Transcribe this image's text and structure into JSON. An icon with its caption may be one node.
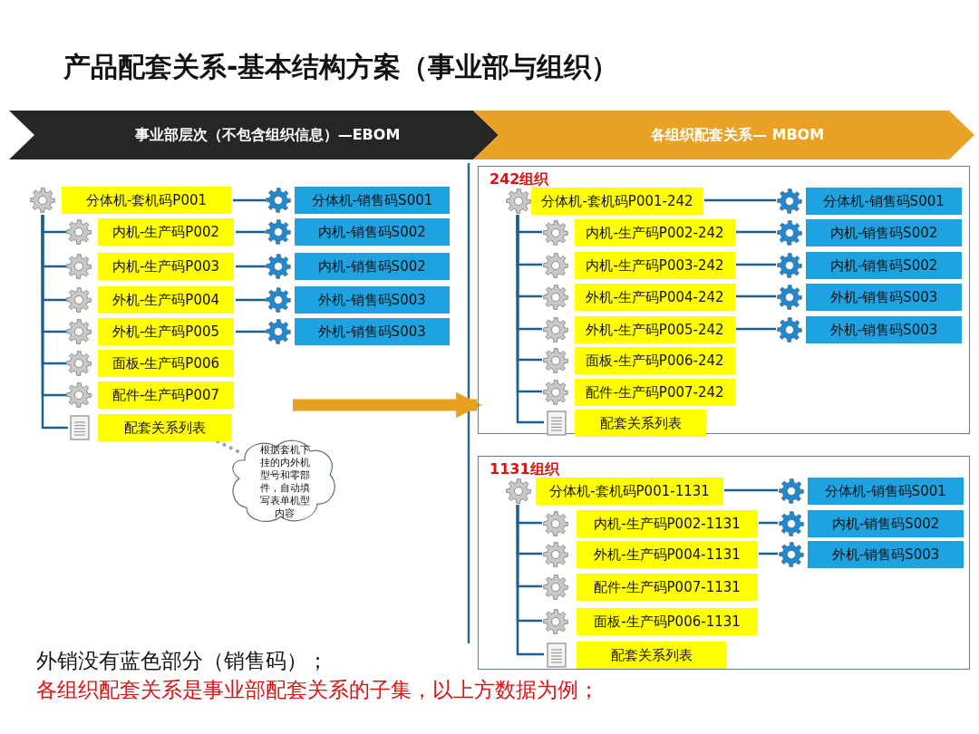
{
  "diagram": {
    "title": "产品配套关系-基本结构方案（事业部与组织）",
    "nodes": [
      {
        "text": [
          "事业部层次（不包含组织信息）—EBOM"
        ]
      },
      {
        "text": [
          "各组织配套关系— MBOM"
        ]
      },
      {
        "text": [
          "分体机-套机码P001"
        ]
      },
      {
        "text": [
          "分体机-销售码S001"
        ]
      },
      {
        "text": [
          "内机-生产码P002"
        ]
      },
      {
        "text": [
          "内机-销售码S002"
        ]
      },
      {
        "text": [
          "内机-生产码P003"
        ]
      },
      {
        "text": [
          "内机-销售码S002"
        ]
      },
      {
        "text": [
          "外机-生产码P004"
        ]
      },
      {
        "text": [
          "外机-销售码S003"
        ]
      },
      {
        "text": [
          "外机-生产码P005"
        ]
      },
      {
        "text": [
          "外机-销售码S003"
        ]
      },
      {
        "text": [
          "面板-生产码P006"
        ]
      },
      {
        "text": [
          "配件-生产码P007"
        ]
      },
      {
        "text": [
          "配套关系列表"
        ]
      },
      {
        "text": [
          "根据套机下挂的内外机型号和零部件，自动填写表单机型内容"
        ]
      },
      {
        "text": [
          "242组织"
        ]
      },
      {
        "text": [
          "分体机-套机码P001-242"
        ],
        "in": 16
      },
      {
        "text": [
          "分体机-销售码S001"
        ],
        "in": 16
      },
      {
        "text": [
          "内机-生产码P002-242"
        ],
        "in": 16
      },
      {
        "text": [
          "内机-销售码S002"
        ],
        "in": 16
      },
      {
        "text": [
          "内机-生产码P003-242"
        ],
        "in": 16
      },
      {
        "text": [
          "内机-销售码S002"
        ],
        "in": 16
      },
      {
        "text": [
          "外机-生产码P004-242"
        ],
        "in": 16
      },
      {
        "text": [
          "外机-销售码S003"
        ],
        "in": 16
      },
      {
        "text": [
          "外机-生产码P005-242"
        ],
        "in": 16
      },
      {
        "text": [
          "外机-销售码S003"
        ],
        "in": 16
      },
      {
        "text": [
          "面板-生产码P006-242"
        ],
        "in": 16
      },
      {
        "text": [
          "配件-生产码P007-242"
        ],
        "in": 16
      },
      {
        "text": [
          "配套关系列表"
        ],
        "in": 16
      },
      {
        "text": [
          "1131组织"
        ]
      },
      {
        "text": [
          "分体机-套机码P001-1131"
        ],
        "in": 30
      },
      {
        "text": [
          "分体机-销售码S001"
        ],
        "in": 30
      },
      {
        "text": [
          "内机-生产码P002-1131"
        ],
        "in": 30
      },
      {
        "text": [
          "内机-销售码S002"
        ],
        "in": 30
      },
      {
        "text": [
          "外机-生产码P004-1131"
        ],
        "in": 30
      },
      {
        "text": [
          "外机-销售码S003"
        ],
        "in": 30
      },
      {
        "text": [
          "配件-生产码P007-1131"
        ],
        "in": 30
      },
      {
        "text": [
          "面板-生产码P006-1131"
        ],
        "in": 30
      },
      {
        "text": [
          "配套关系列表"
        ],
        "in": 30
      }
    ],
    "edges": [
      {
        "from": 2,
        "to": 3,
        "arrow": "none"
      },
      {
        "from": 2,
        "to": 4,
        "arrow": "none"
      },
      {
        "from": 4,
        "to": 5,
        "arrow": "none"
      },
      {
        "from": 2,
        "to": 6,
        "arrow": "none"
      },
      {
        "from": 6,
        "to": 7,
        "arrow": "none"
      },
      {
        "from": 2,
        "to": 8,
        "arrow": "none"
      },
      {
        "from": 8,
        "to": 9,
        "arrow": "none"
      },
      {
        "from": 2,
        "to": 10,
        "arrow": "none"
      },
      {
        "from": 10,
        "to": 11,
        "arrow": "none"
      },
      {
        "from": 2,
        "to": 12,
        "arrow": "none"
      },
      {
        "from": 2,
        "to": 13,
        "arrow": "none"
      },
      {
        "from": 2,
        "to": 14,
        "arrow": "none"
      },
      {
        "from": 15,
        "to": 14,
        "arrow": "none",
        "style": "dashed",
        "color": "#9aa5b1"
      },
      {
        "from": null,
        "to": 16,
        "arrow": "to",
        "style": "thick",
        "color": "#e8a020"
      },
      {
        "from": 17,
        "to": 18,
        "arrow": "none"
      },
      {
        "from": 17,
        "to": 19,
        "arrow": "none"
      },
      {
        "from": 19,
        "to": 20,
        "arrow": "none"
      },
      {
        "from": 17,
        "to": 21,
        "arrow": "none"
      },
      {
        "from": 21,
        "to": 22,
        "arrow": "none"
      },
      {
        "from": 17,
        "to": 23,
        "arrow": "none"
      },
      {
        "from": 23,
        "to": 24,
        "arrow": "none"
      },
      {
        "from": 17,
        "to": 25,
        "arrow": "none"
      },
      {
        "from": 25,
        "to": 26,
        "arrow": "none"
      },
      {
        "from": 17,
        "to": 27,
        "arrow": "none"
      },
      {
        "from": 17,
        "to": 28,
        "arrow": "none"
      },
      {
        "from": 17,
        "to": 29,
        "arrow": "none"
      },
      {
        "from": 31,
        "to": 32,
        "arrow": "none"
      },
      {
        "from": 31,
        "to": 33,
        "arrow": "none"
      },
      {
        "from": 33,
        "to": 34,
        "arrow": "none"
      },
      {
        "from": 31,
        "to": 35,
        "arrow": "none"
      },
      {
        "from": 35,
        "to": 36,
        "arrow": "none"
      },
      {
        "from": 31,
        "to": 37,
        "arrow": "none"
      },
      {
        "from": 31,
        "to": 38,
        "arrow": "none"
      },
      {
        "from": 31,
        "to": 39,
        "arrow": "none"
      }
    ],
    "labels": [
      "外销没有蓝色部分（销售码）；",
      "各组织配套关系是事业部配套关系的子集，以上方数据为例；"
    ]
  }
}
